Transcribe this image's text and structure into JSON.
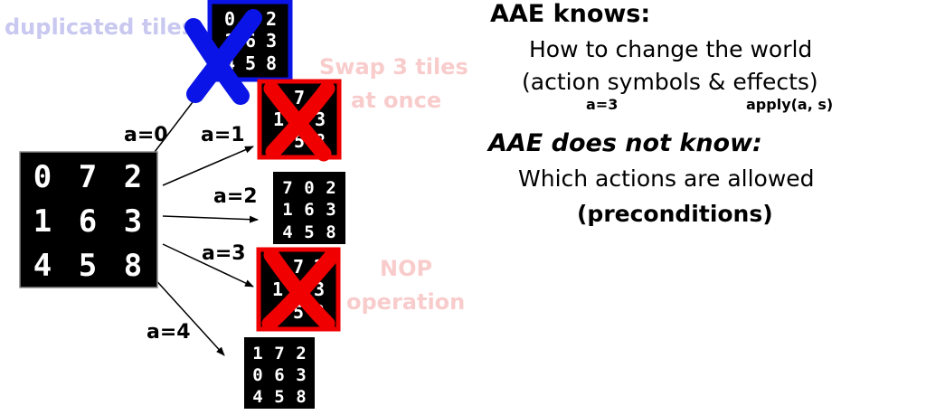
{
  "annotations": {
    "duplicated": "duplicated tiles",
    "swap_line1": "Swap 3 tiles",
    "swap_line2": "at once",
    "nop_line1": "NOP",
    "nop_line2": "operation"
  },
  "actions": [
    "a=0",
    "a=1",
    "a=2",
    "a=3",
    "a=4"
  ],
  "puzzles": {
    "source": [
      [
        "0",
        "7",
        "2"
      ],
      [
        "1",
        "6",
        "3"
      ],
      [
        "4",
        "5",
        "8"
      ]
    ],
    "a0": [
      [
        "0",
        "4",
        "2"
      ],
      [
        "1",
        "6",
        "3"
      ],
      [
        "4",
        "5",
        "8"
      ]
    ],
    "a1": [
      [
        "0",
        "7",
        "2"
      ],
      [
        "1",
        "6",
        "3"
      ],
      [
        "4",
        "5",
        "8"
      ]
    ],
    "a2": [
      [
        "7",
        "0",
        "2"
      ],
      [
        "1",
        "6",
        "3"
      ],
      [
        "4",
        "5",
        "8"
      ]
    ],
    "a3": [
      [
        "0",
        "7",
        "2"
      ],
      [
        "1",
        "6",
        "3"
      ],
      [
        "4",
        "5",
        "8"
      ]
    ],
    "a4": [
      [
        "1",
        "7",
        "2"
      ],
      [
        "0",
        "6",
        "3"
      ],
      [
        "4",
        "5",
        "8"
      ]
    ]
  },
  "knows": {
    "title": "AAE knows:",
    "line1": "How to change the world",
    "line2": "(action symbols & effects)",
    "sub_action": "a=3",
    "sub_apply": "apply(a, s)"
  },
  "not_knows": {
    "title": "AAE does not know:",
    "line1": "Which actions are allowed",
    "line2": "(preconditions)"
  },
  "colors": {
    "blue_cross": "#0a14e6",
    "red_cross": "#f00000",
    "faded_blue_text": "#c8c8f0",
    "faded_red_text": "#f9cccc"
  }
}
